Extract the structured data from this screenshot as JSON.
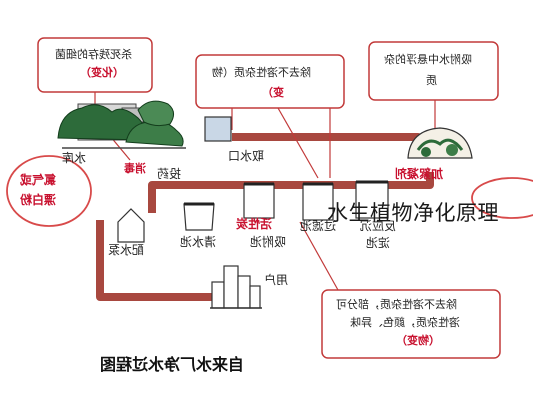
{
  "overlay_title": "水生植物净化原理",
  "diagram": {
    "title": "自来水厂净水过程图",
    "callouts": {
      "kill_bacteria": [
        "杀死残存的细菌",
        "（化变）"
      ],
      "remove_insoluble": [
        "除去不溶性杂质（物",
        "变）"
      ],
      "adsorb_suspended": [
        "吸附水中悬浮的杂",
        "质"
      ],
      "remove_soluble": [
        "除去不溶性杂质，部分可",
        "溶性杂质，颜色、异味",
        "（物变）"
      ]
    },
    "labels": {
      "water_tower": "水库",
      "disinfect": "消毒",
      "add_chemicals": "投药",
      "intake": "取水口",
      "flocculant": "加絮凝剂",
      "chlorine": "氯气或",
      "bleach": "漂白粉",
      "pump": "配水泵",
      "clear_pool": "清水池",
      "adsorb_pool": "吸附池",
      "activated_carbon": "活性炭",
      "filter_pool": "过滤池",
      "reaction": "反应沉",
      "settle_pool": "淀池",
      "user": "用户"
    }
  }
}
